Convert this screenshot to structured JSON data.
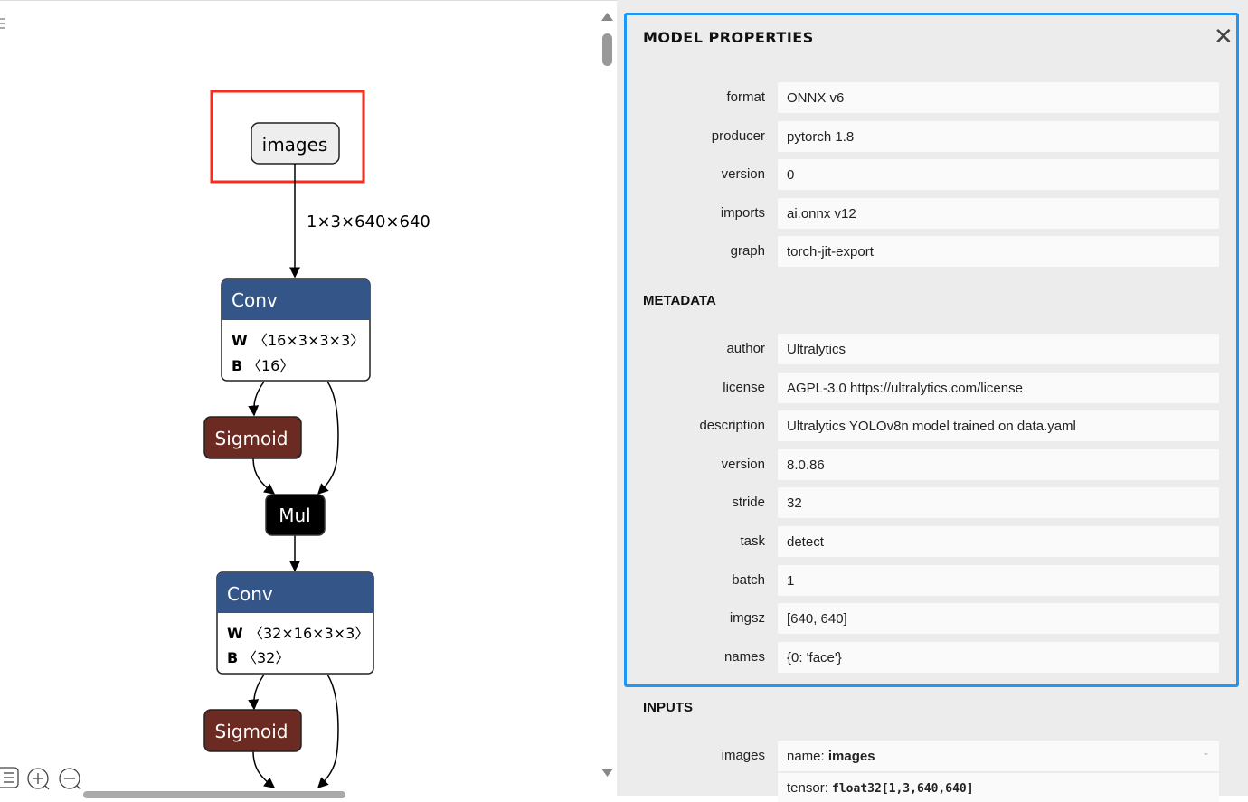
{
  "graph": {
    "input_node": "images",
    "edge_label": "1×3×640×640",
    "nodes": [
      {
        "type": "Conv",
        "attrs": [
          {
            "k": "W",
            "v": "〈16×3×3×3〉"
          },
          {
            "k": "B",
            "v": "〈16〉"
          }
        ]
      },
      {
        "type": "Sigmoid"
      },
      {
        "type": "Mul"
      },
      {
        "type": "Conv",
        "attrs": [
          {
            "k": "W",
            "v": "〈32×16×3×3〉"
          },
          {
            "k": "B",
            "v": "〈32〉"
          }
        ]
      },
      {
        "type": "Sigmoid"
      }
    ],
    "colors": {
      "conv": "#335588",
      "sigmoid": "#6b2a22",
      "mul": "#000000",
      "highlight": "#ff2a1a"
    }
  },
  "panel": {
    "title": "MODEL PROPERTIES",
    "close": "✕",
    "properties": [
      {
        "label": "format",
        "value": "ONNX v6"
      },
      {
        "label": "producer",
        "value": "pytorch 1.8"
      },
      {
        "label": "version",
        "value": "0"
      },
      {
        "label": "imports",
        "value": "ai.onnx v12"
      },
      {
        "label": "graph",
        "value": "torch-jit-export"
      }
    ],
    "metadata_title": "METADATA",
    "metadata": [
      {
        "label": "author",
        "value": "Ultralytics"
      },
      {
        "label": "license",
        "value": "AGPL-3.0 https://ultralytics.com/license"
      },
      {
        "label": "description",
        "value": "Ultralytics YOLOv8n model trained on data.yaml"
      },
      {
        "label": "version",
        "value": "8.0.86"
      },
      {
        "label": "stride",
        "value": "32"
      },
      {
        "label": "task",
        "value": "detect"
      },
      {
        "label": "batch",
        "value": "1"
      },
      {
        "label": "imgsz",
        "value": "[640, 640]"
      },
      {
        "label": "names",
        "value": "{0: 'face'}"
      }
    ],
    "inputs_title": "INPUTS",
    "input": {
      "label": "images",
      "name_prefix": "name: ",
      "name": "images",
      "tensor_prefix": "tensor: ",
      "tensor": "float32[1,3,640,640]",
      "expander": "-"
    }
  },
  "accent": "#2196f3"
}
